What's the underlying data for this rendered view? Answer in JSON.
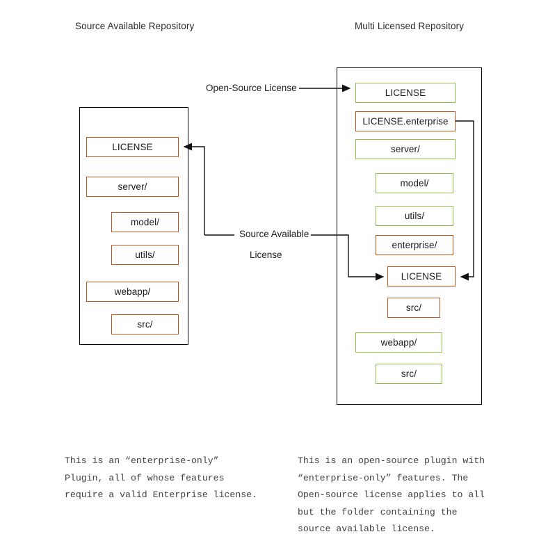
{
  "diagram": {
    "title_left": "Source Available Repository",
    "title_right": "Multi Licensed Repository",
    "colors": {
      "orange": "#C0521A",
      "green": "#8CC04A",
      "frame": "#000000",
      "text": "#1b1b1b",
      "note_text": "#3f3f3f"
    },
    "edges": [
      {
        "label": "Open-Source License",
        "from": "label",
        "to": "right-license-top"
      },
      {
        "label_line1": "Source Available",
        "label_line2": "License",
        "from": "label",
        "to": "left-license-and-right-enterprise-license"
      }
    ],
    "edge_labels": {
      "open_source_license": "Open-Source License",
      "source_available_line1": "Source Available",
      "source_available_line2": "License"
    },
    "left_repo": {
      "nodes": [
        {
          "label": "LICENSE",
          "color": "orange",
          "indent": false
        },
        {
          "label": "server/",
          "color": "orange",
          "indent": false
        },
        {
          "label": "model/",
          "color": "orange",
          "indent": true
        },
        {
          "label": "utils/",
          "color": "orange",
          "indent": true
        },
        {
          "label": "webapp/",
          "color": "orange",
          "indent": false
        },
        {
          "label": "src/",
          "color": "orange",
          "indent": true
        }
      ]
    },
    "right_repo": {
      "nodes": [
        {
          "label": "LICENSE",
          "color": "green",
          "indent": false
        },
        {
          "label": "LICENSE.enterprise",
          "color": "orange",
          "indent": false
        },
        {
          "label": "server/",
          "color": "green",
          "indent": false
        },
        {
          "label": "model/",
          "color": "green",
          "indent": true
        },
        {
          "label": "utils/",
          "color": "green",
          "indent": true
        },
        {
          "label": "enterprise/",
          "color": "orange",
          "indent": true
        },
        {
          "label": "LICENSE",
          "color": "orange",
          "indent": true
        },
        {
          "label": "src/",
          "color": "orange",
          "indent": true
        },
        {
          "label": "webapp/",
          "color": "green",
          "indent": false
        },
        {
          "label": "src/",
          "color": "green",
          "indent": true
        }
      ]
    },
    "notes": {
      "left": "This is an “enterprise-only”\nPlugin, all of whose features\nrequire a valid Enterprise license.",
      "right": "This is an open-source plugin with\n“enterprise-only” features. The\nOpen-source license applies to all\nbut the folder containing the\nsource available license."
    }
  }
}
